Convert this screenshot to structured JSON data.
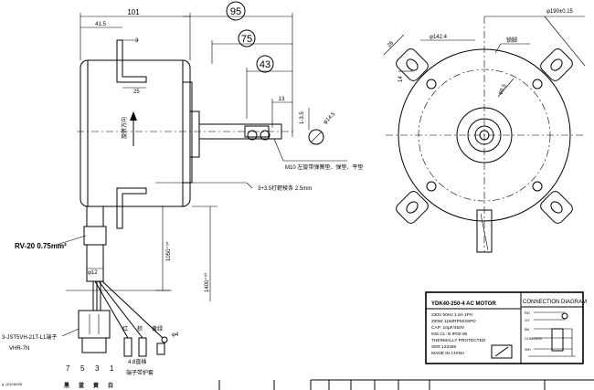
{
  "side_view": {
    "dim_101": "101",
    "dim_95": "95",
    "dim_75": "75",
    "dim_43": "43",
    "dim_41_5": "41.5",
    "dim_3": "3",
    "dim_25": "25",
    "dim_13": "13",
    "dim_shaft_len": "1-3.5",
    "dim_shaft_dia": "φ14.5",
    "rotation_label": "旋转方向",
    "nut_note": "M10 左旋带弹簧垫、弹垫、平垫",
    "bracket_note": "3+3.5打靶棱条 2.5mm",
    "wire_spec": "RV-20 0.75mm²",
    "sleeve_dia": "φ12",
    "len_1050": "1050⁺⁵⁰",
    "len_1400": "1400⁺⁵⁰",
    "connector_note": "3-JST5VH-21T-L1端子",
    "connector_model": "VHR-7N",
    "wire_colors": [
      "红",
      "棕",
      "黄绿"
    ],
    "terminal_note": "4.8直插",
    "terminal_note2": "端子带护套",
    "phi4": "φ4",
    "pin_numbers": [
      "7",
      "5",
      "3",
      "1"
    ],
    "pin_colors": [
      "黑",
      "蓝",
      "黄",
      "白"
    ],
    "corner_text": "ᵃ ¹⁰¹⁰⁰⁰⁰⁰"
  },
  "front_view": {
    "dia_190": "φ190±0.15",
    "dia_142": "φ142.4",
    "dim_26": "26",
    "dim_14": "14",
    "lug_label": "锁脚",
    "dia_6_5": "φ6.5"
  },
  "nameplate": {
    "model": "YDK40-250-4 AC MOTOR",
    "lines": [
      "230V 50Hz 1.6A 1PH",
      "200W 1150RPM/3SPD",
      "CAP: 10μF/450V",
      "INS.CL: B IP00 06",
      "THERMALLY PROTECTED",
      "SER 123456",
      "MADE IN CHINA"
    ],
    "connection_title": "CONNECTION DIAGRAM",
    "conn_labels": [
      "RD",
      "GY",
      "BK",
      "COMMON",
      "WH"
    ]
  }
}
